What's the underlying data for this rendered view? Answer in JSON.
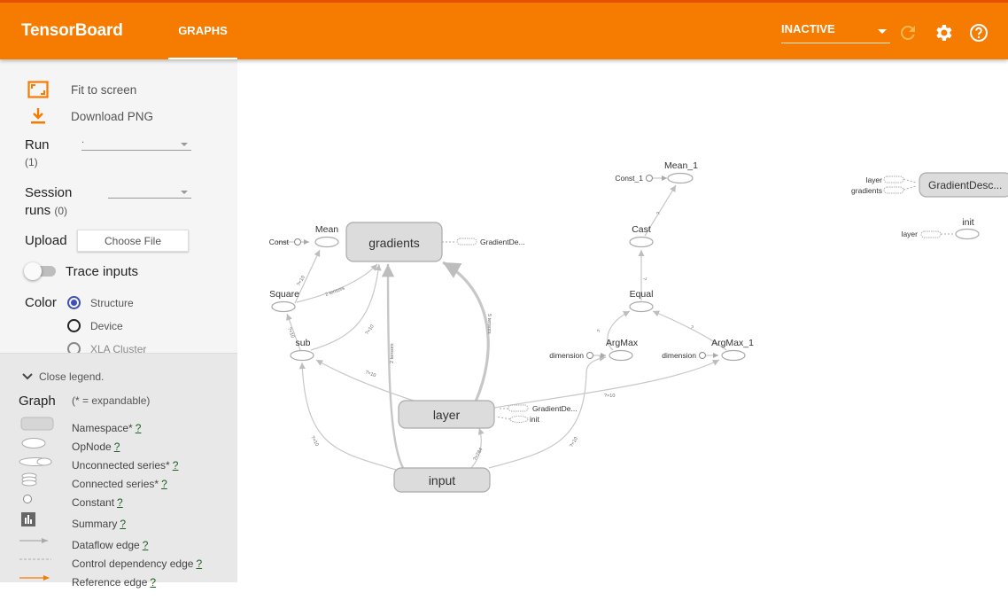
{
  "header": {
    "brand": "TensorBoard",
    "tab": "GRAPHS",
    "run_status": "INACTIVE",
    "icons": [
      "refresh-icon",
      "settings-icon",
      "help-icon"
    ],
    "accent": "#f57c00"
  },
  "sidebar": {
    "fit_to_screen": "Fit to screen",
    "download_png": "Download PNG",
    "run_label": "Run",
    "run_count": "(1)",
    "run_value": ".",
    "session_label_1": "Session",
    "session_label_2": "runs",
    "session_count": "(0)",
    "upload_label": "Upload",
    "choose_file": "Choose File",
    "trace_inputs": "Trace inputs",
    "color_label": "Color",
    "color_options": [
      "Structure",
      "Device",
      "XLA Cluster"
    ],
    "color_selected": "Structure"
  },
  "legend": {
    "toggle": "Close legend.",
    "graph_label": "Graph",
    "expandable_note": "(* = expandable)",
    "items": [
      {
        "label": "Namespace*",
        "help": "?"
      },
      {
        "label": "OpNode",
        "help": "?"
      },
      {
        "label": "Unconnected series*",
        "help": "?"
      },
      {
        "label": "Connected series*",
        "help": "?"
      },
      {
        "label": "Constant",
        "help": "?"
      },
      {
        "label": "Summary",
        "help": "?"
      },
      {
        "label": "Dataflow edge",
        "help": "?"
      },
      {
        "label": "Control dependency edge",
        "help": "?"
      },
      {
        "label": "Reference edge",
        "help": "?"
      }
    ]
  },
  "graph": {
    "nodes": {
      "gradients": "gradients",
      "layer": "layer",
      "input": "input",
      "gradient_desc": "GradientDesc...",
      "mean": "Mean",
      "square": "Square",
      "sub": "sub",
      "const": "Const",
      "mean_1": "Mean_1",
      "const_1": "Const_1",
      "cast": "Cast",
      "equal": "Equal",
      "argmax": "ArgMax",
      "argmax_1": "ArgMax_1",
      "dimension_a": "dimension",
      "dimension_b": "dimension",
      "init": "init",
      "gradient_de_1": "GradientDe...",
      "gradient_de_2": "GradientDe...",
      "init_small": "init",
      "layer_small_1": "layer",
      "gradients_small": "gradients",
      "layer_small_2": "layer"
    },
    "edges": {
      "e_square_mean": "?×10",
      "e_square_grad": "2 tensors",
      "e_sub_square": "?×10",
      "e_sub_grad": "?×10",
      "e_layer_sub": "?×10",
      "e_input_grad": "2 tensors",
      "e_layer_grad": "5 tensors",
      "e_input_sub": "?×10",
      "e_input_layer": "?×784",
      "e_input_argmax": "?×10",
      "e_layer_argmax1": "?×10",
      "e_argmax_equal": "?",
      "e_argmax1_equal": "?",
      "e_equal_cast": "?",
      "e_cast_mean1": "?"
    }
  }
}
